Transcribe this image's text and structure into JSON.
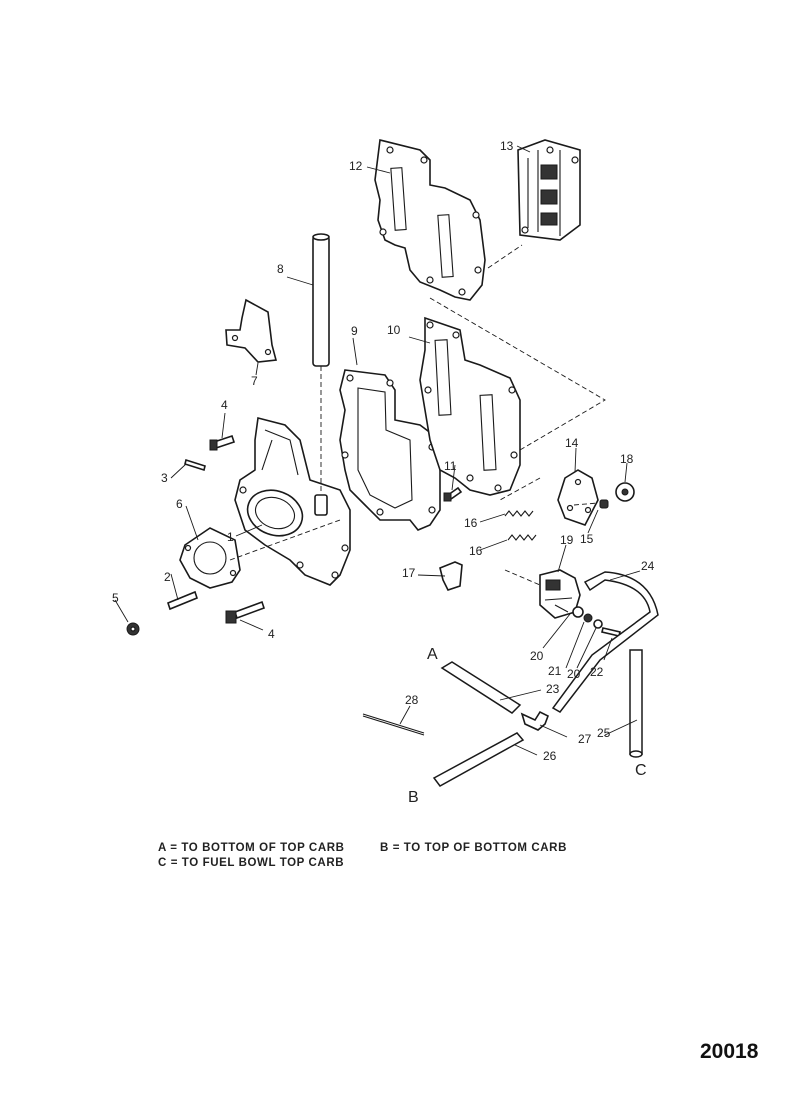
{
  "callouts": {
    "p1": "1",
    "p2": "2",
    "p3": "3",
    "p4a": "4",
    "p4b": "4",
    "p5": "5",
    "p6": "6",
    "p7": "7",
    "p8": "8",
    "p9": "9",
    "p10": "10",
    "p11": "11",
    "p12": "12",
    "p13": "13",
    "p14": "14",
    "p15": "15",
    "p16a": "16",
    "p16b": "16",
    "p17": "17",
    "p18": "18",
    "p19": "19",
    "p20a": "20",
    "p20b": "20",
    "p21": "21",
    "p22": "22",
    "p23": "23",
    "p24": "24",
    "p25": "25",
    "p26": "26",
    "p27": "27",
    "p28": "28"
  },
  "hose_ends": {
    "a": "A",
    "b": "B",
    "c": "C"
  },
  "legend": {
    "a": "A = TO BOTTOM OF TOP CARB",
    "b": "B = TO TOP OF BOTTOM CARB",
    "c": "C = TO FUEL BOWL TOP CARB"
  },
  "figure_id": "20018"
}
